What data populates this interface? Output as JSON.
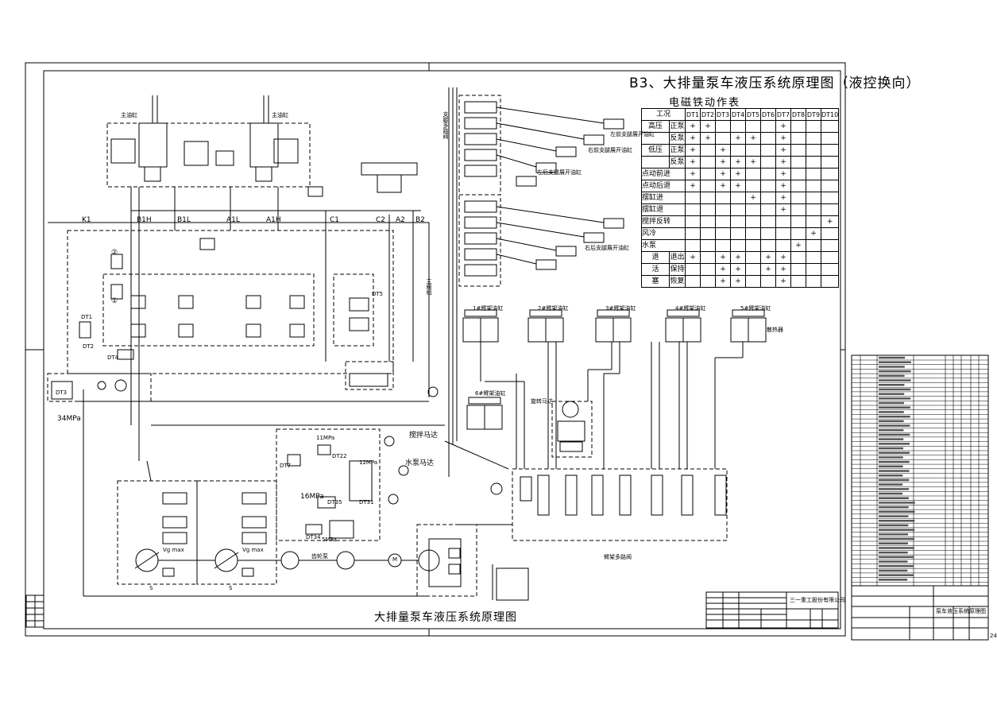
{
  "drawing": {
    "main_title": "B3、大排量泵车液压系统原理图（液控换向）",
    "table_title": "电磁铁动作表",
    "bottom_title": "大排量泵车液压系统原理图",
    "sheet_no": "24",
    "titleblock_small": "三一重工股份有限公司",
    "parts_titleblock": "泵车液压系统原理图"
  },
  "solenoid_table": {
    "header_first": "工况",
    "columns": [
      "DT1",
      "DT2",
      "DT3",
      "DT4",
      "DT5",
      "DT6",
      "DT7",
      "DT8",
      "DT9",
      "DT10"
    ],
    "rows": [
      {
        "group": "高压",
        "sub": "正泵",
        "marks": [
          "+",
          "+",
          "",
          "",
          "",
          "",
          "+",
          "",
          "",
          ""
        ]
      },
      {
        "group": "",
        "sub": "反泵",
        "marks": [
          "+",
          "+",
          "",
          "+",
          "+",
          "",
          "+",
          "",
          "",
          ""
        ]
      },
      {
        "group": "低压",
        "sub": "正泵",
        "marks": [
          "+",
          "",
          "+",
          "",
          "",
          "",
          "+",
          "",
          "",
          ""
        ]
      },
      {
        "group": "",
        "sub": "反泵",
        "marks": [
          "+",
          "",
          "+",
          "+",
          "+",
          "",
          "+",
          "",
          "",
          ""
        ]
      },
      {
        "group": "点动前进",
        "sub": "",
        "marks": [
          "+",
          "",
          "+",
          "+",
          "",
          "",
          "+",
          "",
          "",
          ""
        ]
      },
      {
        "group": "点动后退",
        "sub": "",
        "marks": [
          "+",
          "",
          "+",
          "+",
          "",
          "",
          "+",
          "",
          "",
          ""
        ]
      },
      {
        "group": "摆缸进",
        "sub": "",
        "marks": [
          "",
          "",
          "",
          "",
          "+",
          "",
          "+",
          "",
          "",
          ""
        ]
      },
      {
        "group": "摆缸退",
        "sub": "",
        "marks": [
          "",
          "",
          "",
          "",
          "",
          "",
          "+",
          "",
          "",
          ""
        ]
      },
      {
        "group": "搅拌反转",
        "sub": "",
        "marks": [
          "",
          "",
          "",
          "",
          "",
          "",
          "",
          "",
          "",
          "+"
        ]
      },
      {
        "group": "风冷",
        "sub": "",
        "marks": [
          "",
          "",
          "",
          "",
          "",
          "",
          "",
          "",
          "+",
          ""
        ]
      },
      {
        "group": "水泵",
        "sub": "",
        "marks": [
          "",
          "",
          "",
          "",
          "",
          "",
          "",
          "+",
          "",
          ""
        ]
      },
      {
        "group": "退",
        "sub": "退出",
        "marks": [
          "+",
          "",
          "+",
          "+",
          "",
          "+",
          "+",
          "",
          "",
          ""
        ]
      },
      {
        "group": "活",
        "sub": "保持",
        "marks": [
          "",
          "",
          "+",
          "+",
          "",
          "+",
          "+",
          "",
          "",
          ""
        ]
      },
      {
        "group": "塞",
        "sub": "恢复",
        "marks": [
          "",
          "",
          "+",
          "+",
          "",
          "",
          "+",
          "",
          "",
          ""
        ]
      }
    ]
  },
  "labels": {
    "lines": [
      "K1",
      "B1H",
      "B1L",
      "A1L",
      "A1H",
      "C1",
      "C2",
      "A2",
      "B2"
    ],
    "cylinder_left": "主油缸",
    "cylinder_right": "主油缸",
    "valve_group_left_top": "支腿多路阀",
    "valve_group_right": "主阀组",
    "pressure_34": "34MPa",
    "pressure_11": "11MPa",
    "pressure_16": "16MPa",
    "pressure_5": "5MPa",
    "pressure_12": "12MPa",
    "mixer_motor": "搅拌马达",
    "water_pump_motor": "水泵马达",
    "boom_multiway": "臂架多路阀",
    "slew_motor": "旋转马达",
    "dt_labels": [
      "DT1",
      "DT2",
      "DT3",
      "DT4",
      "DT5",
      "DT7",
      "DT22",
      "DT31",
      "DT34",
      "DT35"
    ],
    "outrigger_1": "左前支腿展开油缸",
    "outrigger_2": "右前支腿展开油缸",
    "outrigger_3": "左后支腿展开油缸",
    "outrigger_4": "右后支腿展开油缸",
    "boom_cyl_1": "1#臂架油缸",
    "boom_cyl_2": "2#臂架油缸",
    "boom_cyl_3": "3#臂架油缸",
    "boom_cyl_4": "4#臂架油缸",
    "boom_cyl_5": "5#臂架油缸",
    "boom_cyl_6": "6#臂架油缸",
    "cooler_label": "散热器",
    "gear_pump": "齿轮泵",
    "circle_1": "①",
    "circle_2": "②",
    "pump_label": "Vg max",
    "m_label": "M",
    "drain": "S"
  },
  "colors": {
    "ink": "#000000",
    "paper": "#ffffff"
  }
}
